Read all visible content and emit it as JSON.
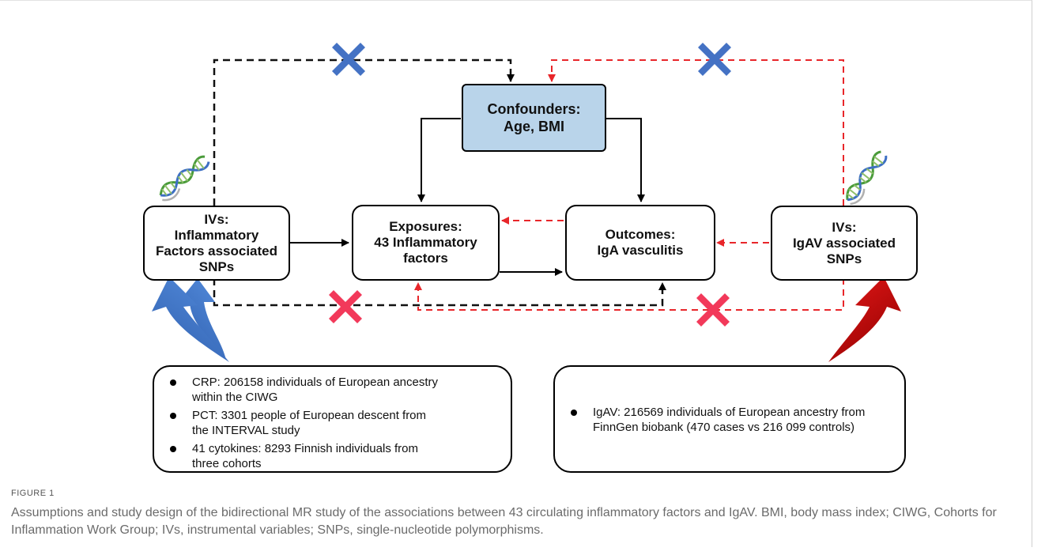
{
  "diagram": {
    "confounders": {
      "line1": "Confounders:",
      "line2": "Age, BMI"
    },
    "ivs_inflammatory": {
      "line1": "IVs:",
      "line2": "Inflammatory",
      "line3": "Factors associated",
      "line4": "SNPs"
    },
    "exposures": {
      "line1": "Exposures:",
      "line2": "43 Inflammatory",
      "line3": "factors"
    },
    "outcomes": {
      "line1": "Outcomes:",
      "line2": "IgA vasculitis"
    },
    "ivs_igav": {
      "line1": "IVs:",
      "line2": "IgAV associated",
      "line3": "SNPs"
    },
    "left_sources": [
      {
        "line1": "CRP: 206158 individuals of European ancestry",
        "line2": "within the CIWG"
      },
      {
        "line1": "PCT: 3301 people of European descent from",
        "line2": "the INTERVAL study"
      },
      {
        "line1": "41 cytokines: 8293 Finnish individuals from",
        "line2": "three cohorts"
      }
    ],
    "right_sources": [
      {
        "line1": "IgAV: 216569 individuals of European ancestry from",
        "line2": "FinnGen biobank (470 cases vs 216 099 controls)"
      }
    ],
    "colors": {
      "solid_arrow": "#000000",
      "black_dashed": "#111111",
      "red_dashed": "#e8262a",
      "blue_cross": "#4472c4",
      "red_cross": "#f2395a",
      "blue_arrow": "#4472c4",
      "red_arrow": "#c00000",
      "confounder_fill": "#b9d4ea"
    },
    "icons": [
      "dna-icon",
      "blue-cross-icon",
      "red-cross-icon"
    ]
  },
  "caption": {
    "label": "FIGURE 1",
    "text": "Assumptions and study design of the bidirectional MR study of the associations between 43 circulating inflammatory factors and IgAV. BMI, body mass index; CIWG, Cohorts for Inflammation Work Group; IVs, instrumental variables; SNPs, single-nucleotide polymorphisms."
  }
}
